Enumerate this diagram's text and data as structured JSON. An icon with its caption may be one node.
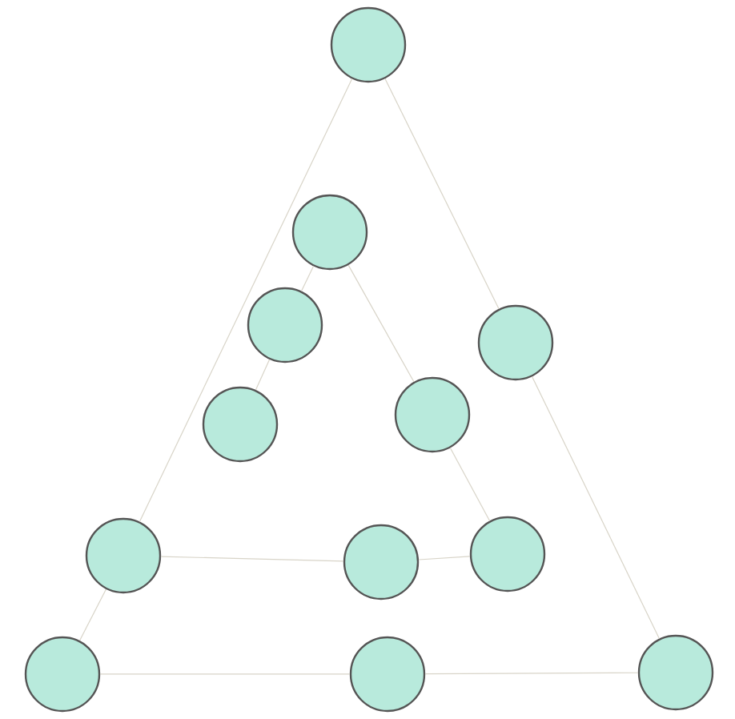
{
  "diagram": {
    "nodes": [
      {
        "text": [],
        "shape": "circle"
      },
      {
        "text": [],
        "shape": "circle"
      },
      {
        "text": [],
        "shape": "circle"
      },
      {
        "text": [],
        "shape": "circle"
      },
      {
        "text": [],
        "shape": "circle"
      },
      {
        "text": [],
        "shape": "circle"
      },
      {
        "text": [],
        "shape": "circle"
      },
      {
        "text": [],
        "shape": "circle"
      },
      {
        "text": [],
        "shape": "circle"
      },
      {
        "text": [],
        "shape": "circle"
      },
      {
        "text": [],
        "shape": "circle"
      },
      {
        "text": [],
        "shape": "circle"
      }
    ],
    "edges": [
      {
        "from": 0,
        "to": 7,
        "arrow": "none"
      },
      {
        "from": 7,
        "to": 9,
        "arrow": "none"
      },
      {
        "from": 0,
        "to": 3,
        "arrow": "none"
      },
      {
        "from": 3,
        "to": 11,
        "arrow": "none"
      },
      {
        "from": 1,
        "to": 2,
        "arrow": "none"
      },
      {
        "from": 2,
        "to": 5,
        "arrow": "none"
      },
      {
        "from": 1,
        "to": 4,
        "arrow": "none"
      },
      {
        "from": 4,
        "to": 6,
        "arrow": "none"
      },
      {
        "from": 7,
        "to": 8,
        "arrow": "none"
      },
      {
        "from": 8,
        "to": 6,
        "arrow": "none"
      },
      {
        "from": 9,
        "to": 10,
        "arrow": "none"
      },
      {
        "from": 10,
        "to": 11,
        "arrow": "none"
      }
    ]
  }
}
